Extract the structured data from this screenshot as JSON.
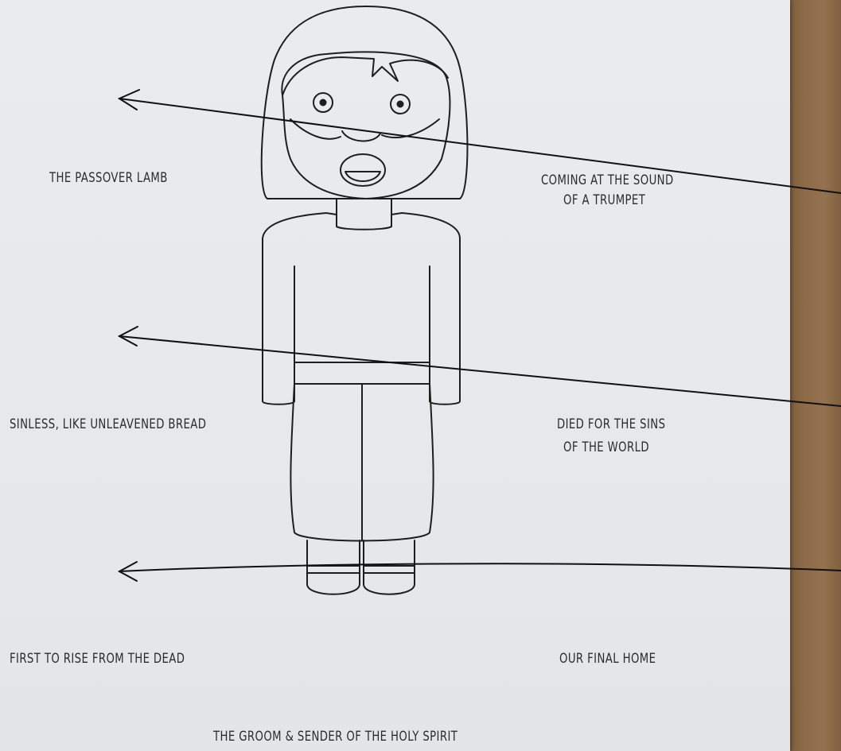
{
  "labels": {
    "passover_lamb": "THE PASSOVER LAMB",
    "coming_trumpet_line1": "COMING AT THE SOUND",
    "coming_trumpet_line2": "OF A TRUMPET",
    "sinless": "SINLESS, LIKE UNLEAVENED BREAD",
    "died_sins_line1": "DIED FOR THE SINS",
    "died_sins_line2": "OF THE WORLD",
    "first_rise": "FIRST TO RISE FROM THE DEAD",
    "final_home": "OUR FINAL HOME",
    "groom_spirit": "THE GROOM & SENDER OF THE HOLY SPIRIT"
  },
  "colors": {
    "paper": "#e7eaec",
    "ink": "#1e1e1e",
    "cardboard": "#8d6b49"
  },
  "icons": [
    "jesus-figure-drawing",
    "arrow-left-icon"
  ]
}
